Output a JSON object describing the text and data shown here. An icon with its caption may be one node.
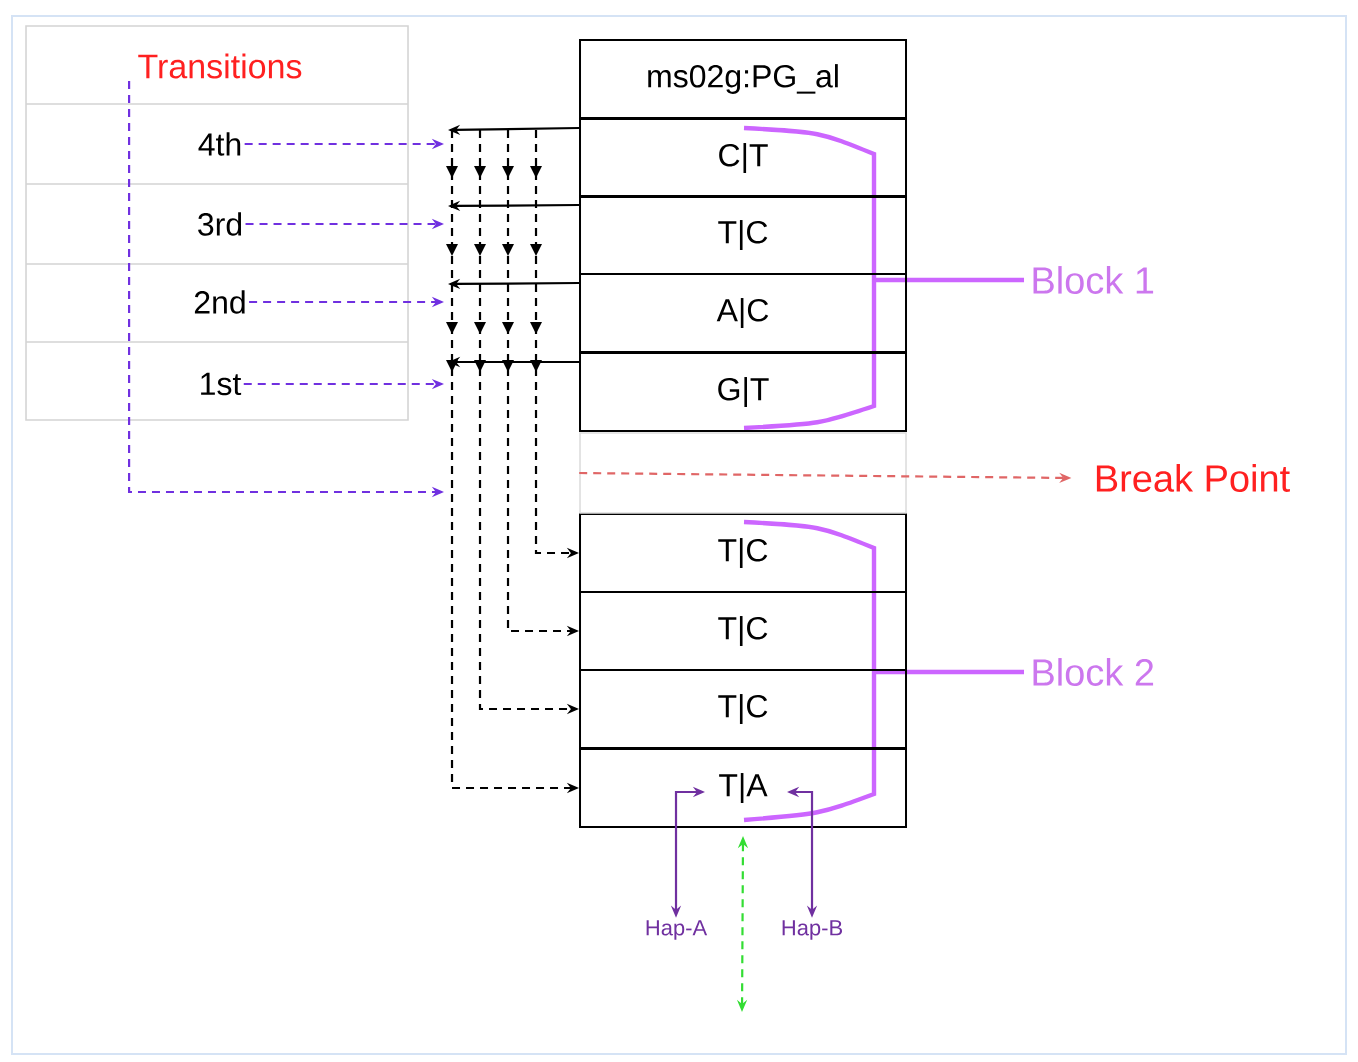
{
  "diagram": {
    "nodes": [
      {
        "text": [
          "Transitions"
        ]
      },
      {
        "text": [
          "4th"
        ]
      },
      {
        "text": [
          "3rd"
        ]
      },
      {
        "text": [
          "2nd"
        ]
      },
      {
        "text": [
          "1st"
        ]
      },
      {
        "text": [
          "ms02g:PG_al"
        ]
      },
      {
        "text": [
          "C|T"
        ]
      },
      {
        "text": [
          "T|C"
        ]
      },
      {
        "text": [
          "A|C"
        ]
      },
      {
        "text": [
          "G|T"
        ]
      },
      {
        "text": [
          "T|C"
        ]
      },
      {
        "text": [
          "T|C"
        ]
      },
      {
        "text": [
          "T|C"
        ]
      },
      {
        "text": [
          "T|A"
        ]
      },
      {
        "text": [
          "Break Point"
        ]
      },
      {
        "text": [
          "Hap-A"
        ]
      },
      {
        "text": [
          "Hap-B"
        ]
      },
      {
        "text": [],
        "shape": "box"
      }
    ],
    "edges": [
      {
        "from": 1,
        "to": null,
        "arrow": "to",
        "style": "dashed",
        "color": "#7030e0"
      },
      {
        "from": 2,
        "to": null,
        "arrow": "to",
        "style": "dashed",
        "color": "#7030e0"
      },
      {
        "from": 3,
        "to": null,
        "arrow": "to",
        "style": "dashed",
        "color": "#7030e0"
      },
      {
        "from": 4,
        "to": null,
        "arrow": "to",
        "style": "dashed",
        "color": "#7030e0"
      },
      {
        "from": 0,
        "to": null,
        "arrow": "to",
        "style": "dashed",
        "color": "#7030e0"
      },
      {
        "from": 6,
        "to": null,
        "arrow": "to"
      },
      {
        "from": 7,
        "to": null,
        "arrow": "to"
      },
      {
        "from": 8,
        "to": null,
        "arrow": "to"
      },
      {
        "from": 9,
        "to": null,
        "arrow": "to"
      },
      {
        "from": null,
        "to": 10,
        "arrow": "to",
        "style": "dashed"
      },
      {
        "from": null,
        "to": 11,
        "arrow": "to",
        "style": "dashed"
      },
      {
        "from": null,
        "to": 12,
        "arrow": "to",
        "style": "dashed"
      },
      {
        "from": null,
        "to": 13,
        "arrow": "to",
        "style": "dashed"
      },
      {
        "from": 17,
        "to": 14,
        "arrow": "to",
        "style": "dashed",
        "color": "#e06666"
      },
      {
        "from": 13,
        "to": 15,
        "arrow": "both",
        "color": "#7030a0"
      },
      {
        "from": 13,
        "to": 16,
        "arrow": "both",
        "color": "#7030a0"
      },
      {
        "from": 13,
        "to": null,
        "arrow": "both",
        "style": "dashed",
        "color": "#33dd33"
      }
    ],
    "labels": [
      "Block 1",
      "Block 2"
    ]
  }
}
